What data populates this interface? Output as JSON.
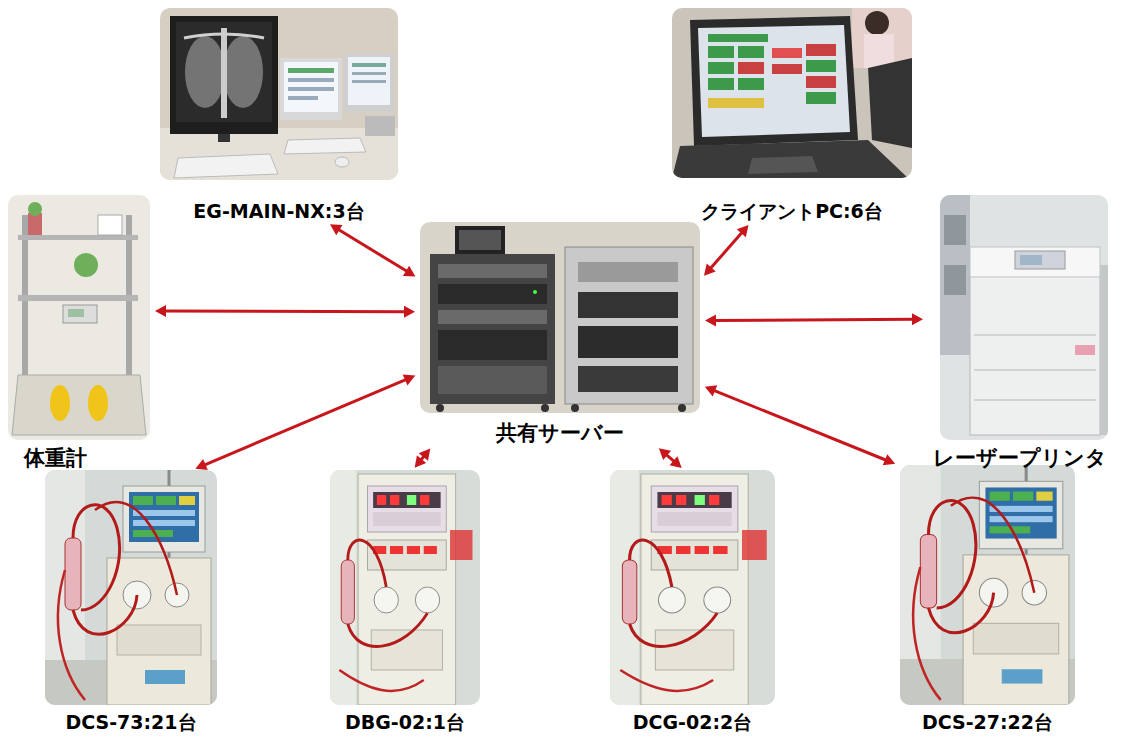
{
  "diagram": {
    "nodes": [
      {
        "text": [
          "EG-MAIN-NX:3台"
        ]
      },
      {
        "text": [
          "クライアントPC:6台"
        ]
      },
      {
        "text": [
          "体重計"
        ]
      },
      {
        "text": [
          "共有サーバー"
        ]
      },
      {
        "text": [
          "レーザープリンタ"
        ]
      },
      {
        "text": [
          "DCS-73:21台"
        ]
      },
      {
        "text": [
          "DBG-02:1台"
        ]
      },
      {
        "text": [
          "DCG-02:2台"
        ]
      },
      {
        "text": [
          "DCS-27:22台"
        ]
      }
    ],
    "edges": [
      {
        "from": 0,
        "to": 3,
        "arrow": "both"
      },
      {
        "from": 1,
        "to": 3,
        "arrow": "both"
      },
      {
        "from": 2,
        "to": 3,
        "arrow": "both"
      },
      {
        "from": 4,
        "to": 3,
        "arrow": "both"
      },
      {
        "from": 5,
        "to": 3,
        "arrow": "both"
      },
      {
        "from": 6,
        "to": 3,
        "arrow": "both"
      },
      {
        "from": 7,
        "to": 3,
        "arrow": "both"
      },
      {
        "from": 8,
        "to": 3,
        "arrow": "both"
      }
    ]
  }
}
